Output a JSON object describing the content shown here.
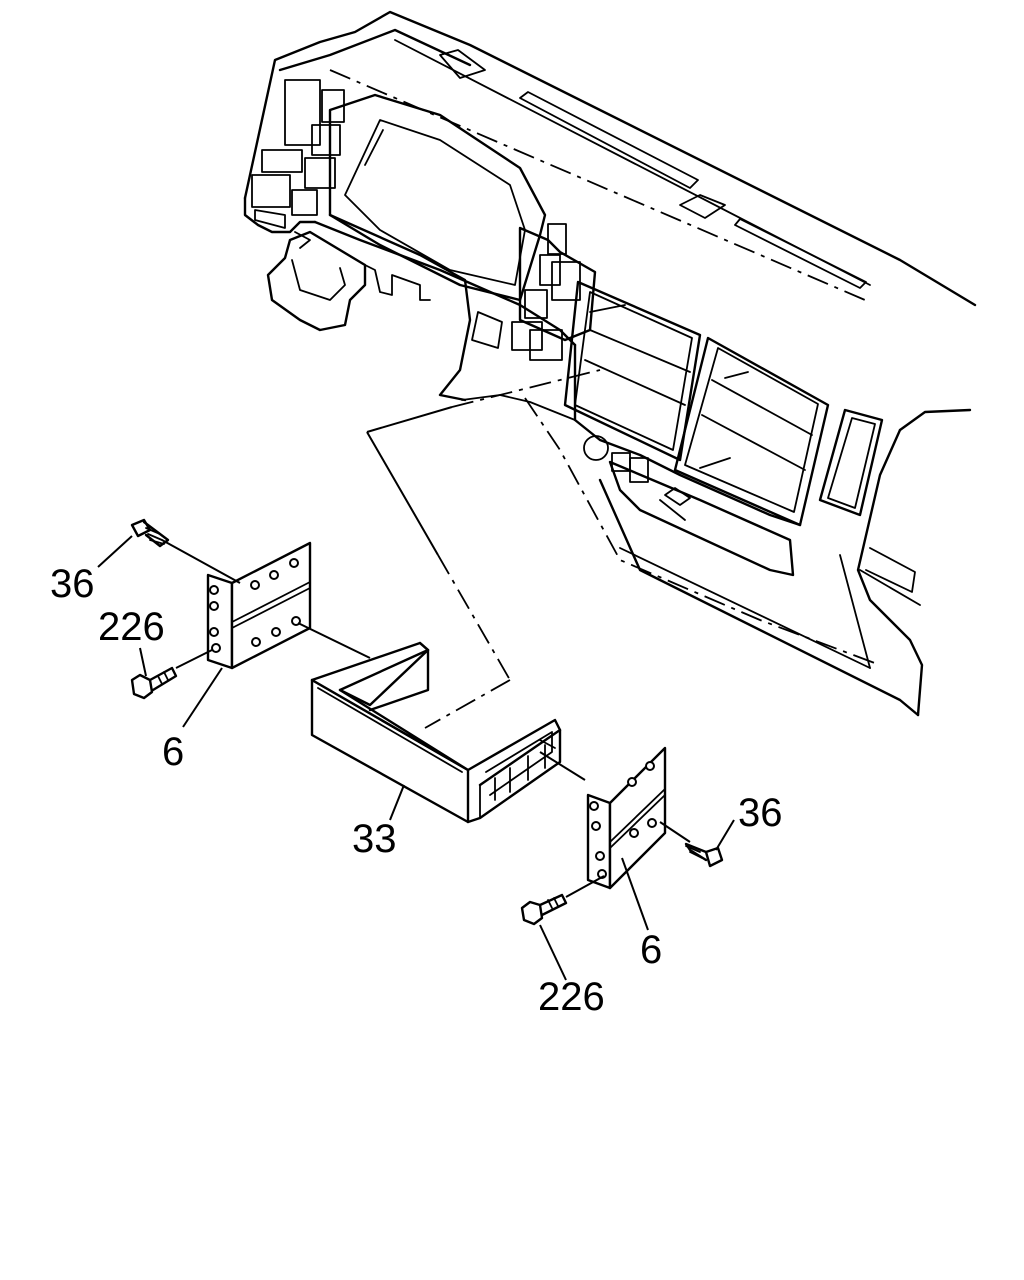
{
  "diagram": {
    "callouts": [
      {
        "id": "top-left-screw",
        "text": "36"
      },
      {
        "id": "left-bolt",
        "text": "226"
      },
      {
        "id": "left-bracket",
        "text": "6"
      },
      {
        "id": "pocket",
        "text": "33"
      },
      {
        "id": "right-screw",
        "text": "36"
      },
      {
        "id": "right-bracket",
        "text": "6"
      },
      {
        "id": "right-bolt",
        "text": "226"
      }
    ]
  }
}
